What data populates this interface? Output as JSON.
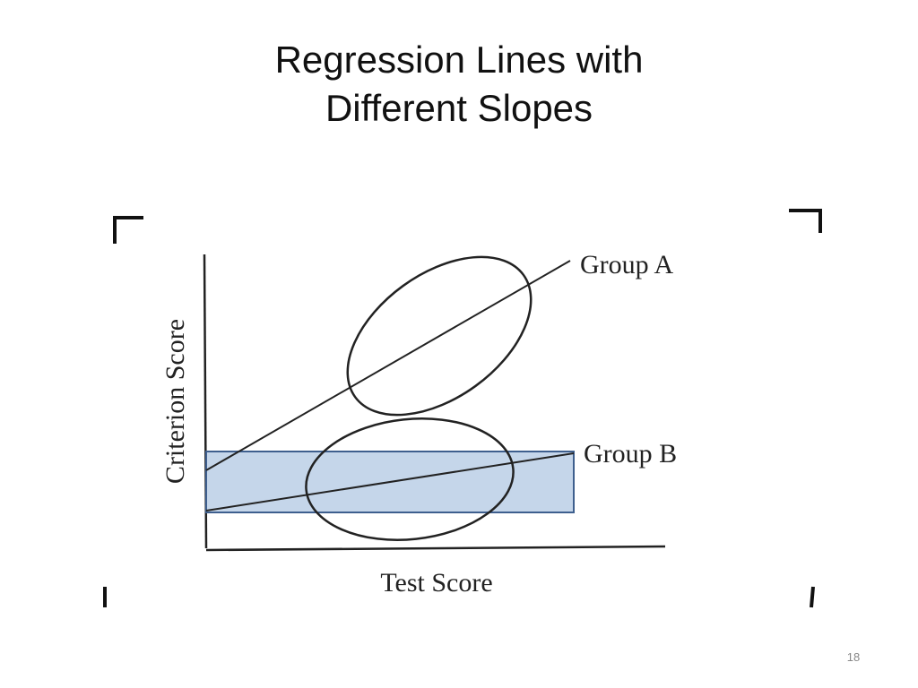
{
  "slide": {
    "title_line1": "Regression Lines with",
    "title_line2": "Different Slopes",
    "page_number": "18"
  },
  "figure": {
    "y_axis_label": "Criterion Score",
    "x_axis_label": "Test Score",
    "group_a_label": "Group A",
    "group_b_label": "Group B",
    "highlight_fill": "#c5d6ea",
    "highlight_stroke": "#3e5f8e",
    "line_color": "#222222"
  }
}
